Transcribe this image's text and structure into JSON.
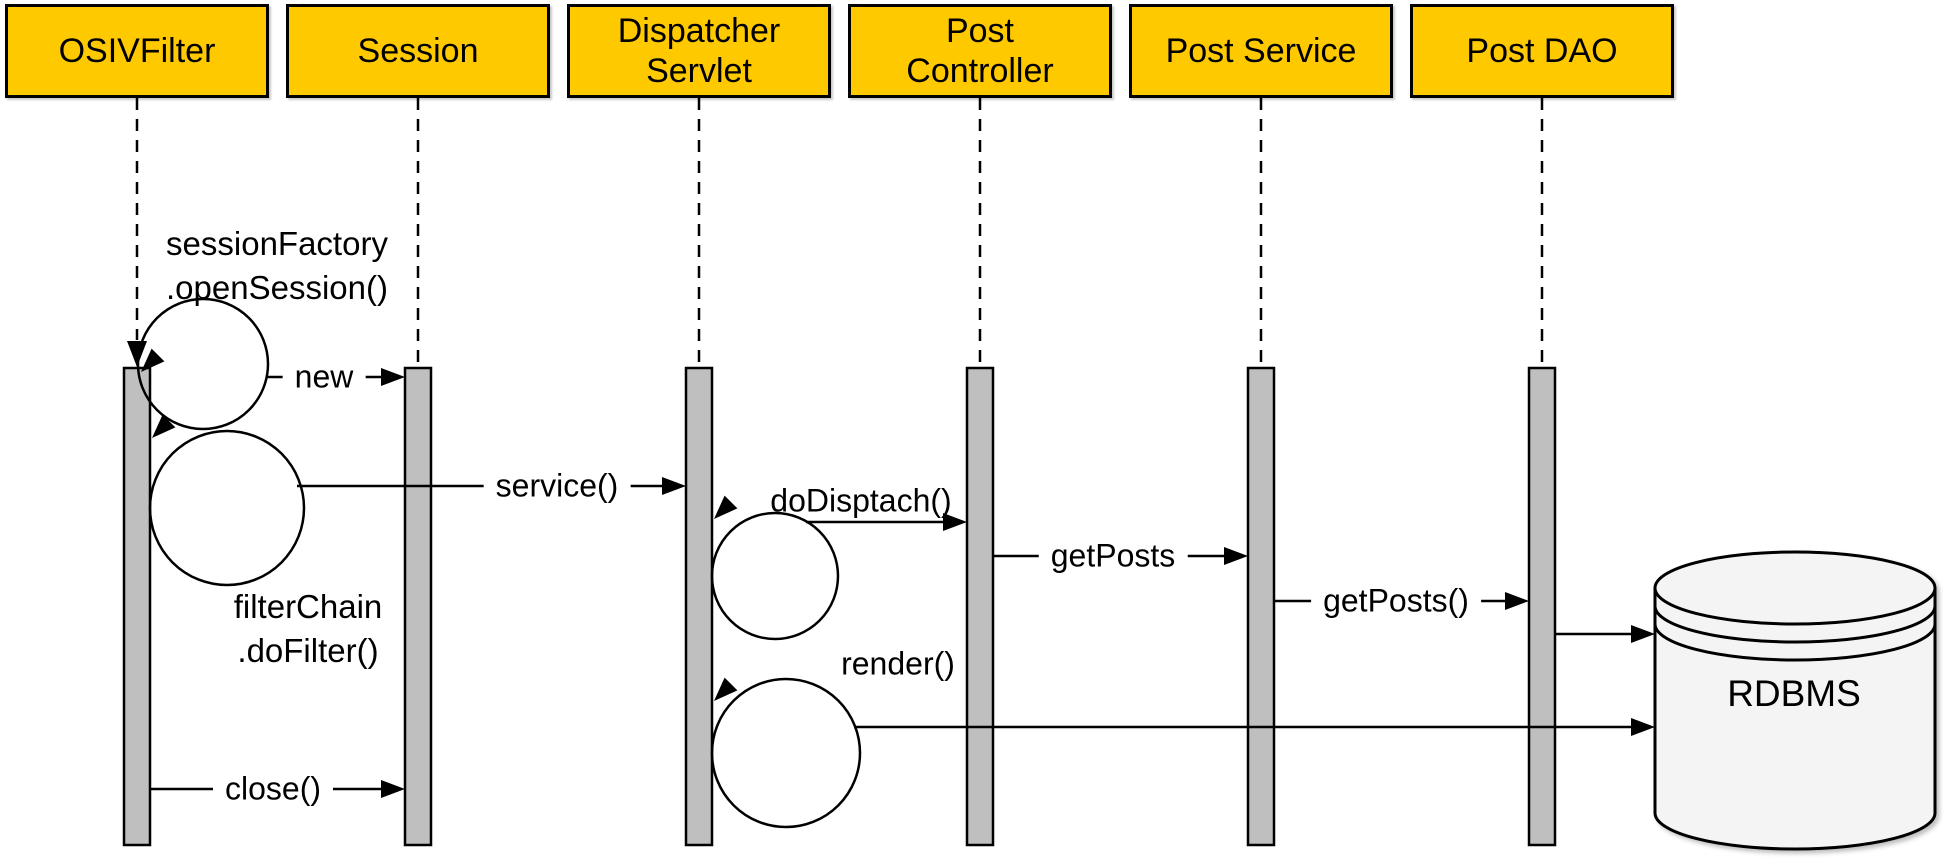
{
  "diagram": {
    "participants": [
      {
        "label": "OSIVFilter"
      },
      {
        "label": "Session"
      },
      {
        "label": "Dispatcher Servlet"
      },
      {
        "label": "Post Controller"
      },
      {
        "label": "Post Service"
      },
      {
        "label": "Post DAO"
      }
    ],
    "messages": {
      "open_session": {
        "line1": "sessionFactory",
        "line2": ".openSession()"
      },
      "new_instance": "new",
      "filter_chain": {
        "line1": "filterChain",
        "line2": ".doFilter()"
      },
      "service": "service()",
      "do_dispatch": "doDisptach()",
      "get_posts": "getPosts",
      "get_posts_dao": "getPosts()",
      "render": "render()",
      "close": "close()"
    },
    "database": {
      "label": "RDBMS"
    },
    "colors": {
      "participant_fill": "#FFC900",
      "participant_border": "#000000",
      "activation_fill": "#BFBFBF",
      "line": "#000000",
      "db_fill": "#F4F4F4"
    }
  }
}
